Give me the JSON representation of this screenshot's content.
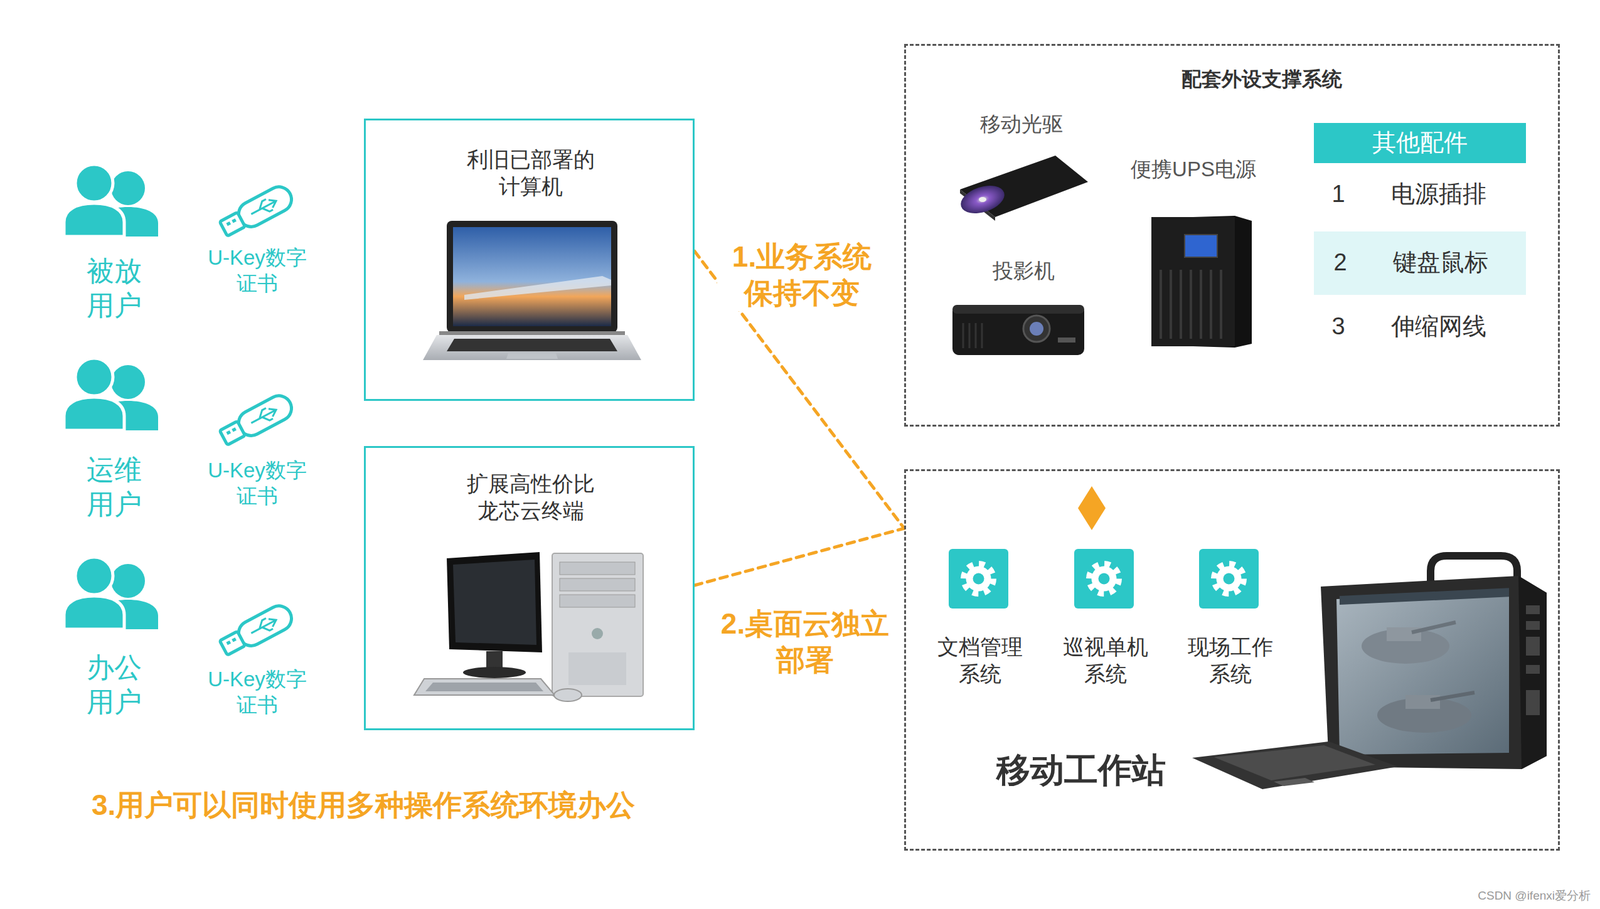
{
  "diagram": {
    "nodes": [
      {
        "text": [
          "利旧已部署的 计算机"
        ]
      },
      {
        "text": [
          "配套外设支撑系统"
        ]
      },
      {
        "text": [
          "其他配件"
        ],
        "in": 1
      },
      {
        "text": [
          "2",
          "键盘鼠标"
        ],
        "in": 1
      },
      {
        "text": [
          "扩展高性价比 龙芯云终端"
        ]
      },
      {
        "text": [
          "移动工作站"
        ]
      },
      {
        "text": [
          "文档管理 系统"
        ],
        "in": 5
      },
      {
        "text": [
          "巡视单机 系统"
        ],
        "in": 5
      },
      {
        "text": [
          "现场工作 系统"
        ],
        "in": 5
      }
    ],
    "edges": [
      {
        "from": 0,
        "to": 5,
        "arrow": "none",
        "label": "1.业务系统 保持不变"
      },
      {
        "from": 4,
        "to": 5,
        "arrow": "none",
        "label": "2.桌面云独立 部署"
      }
    ],
    "labels": [
      "被放 用户",
      "U-Key数字 证书",
      "运维 用户",
      "U-Key数字 证书",
      "办公 用户",
      "U-Key数字 证书",
      "3.用户可以同时使用多种操作系统环境办公",
      "移动光驱",
      "便携UPS电源",
      "投影机",
      "1",
      "电源插排",
      "3",
      "伸缩网线",
      "CSDN @ifenxi爱分析"
    ]
  }
}
